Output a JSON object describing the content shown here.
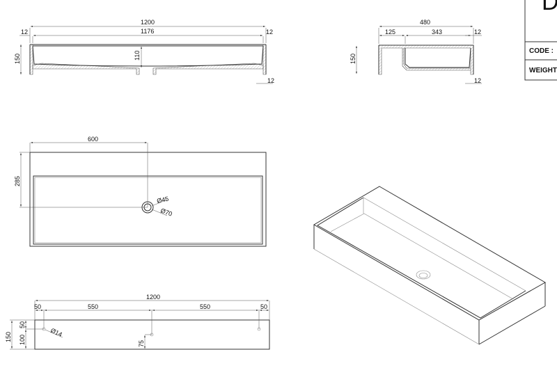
{
  "title_block": {
    "letter": "D",
    "code_label": "CODE :",
    "weight_label": "WEIGHT"
  },
  "front_section": {
    "overall_width": "1200",
    "inner_width": "1176",
    "left_wall": "12",
    "right_wall": "12",
    "height": "150",
    "inner_depth": "110",
    "bottom_thickness": "12"
  },
  "side_section": {
    "overall_depth": "480",
    "deck": "125",
    "basin": "343",
    "wall": "12",
    "height": "150",
    "bottom_thickness": "12"
  },
  "top_view": {
    "drain_offset": "600",
    "drain_from_back": "285",
    "drain_inner_dia": "Ø45",
    "drain_outer_dia": "Ø70"
  },
  "rear_view": {
    "overall_width": "1200",
    "edge_left": "50",
    "span_left": "550",
    "span_right": "550",
    "edge_right": "50",
    "height": "150",
    "hole_from_top": "50",
    "hole_from_bottom": "100",
    "center_hole_height": "75",
    "hole_dia": "Ø14"
  }
}
